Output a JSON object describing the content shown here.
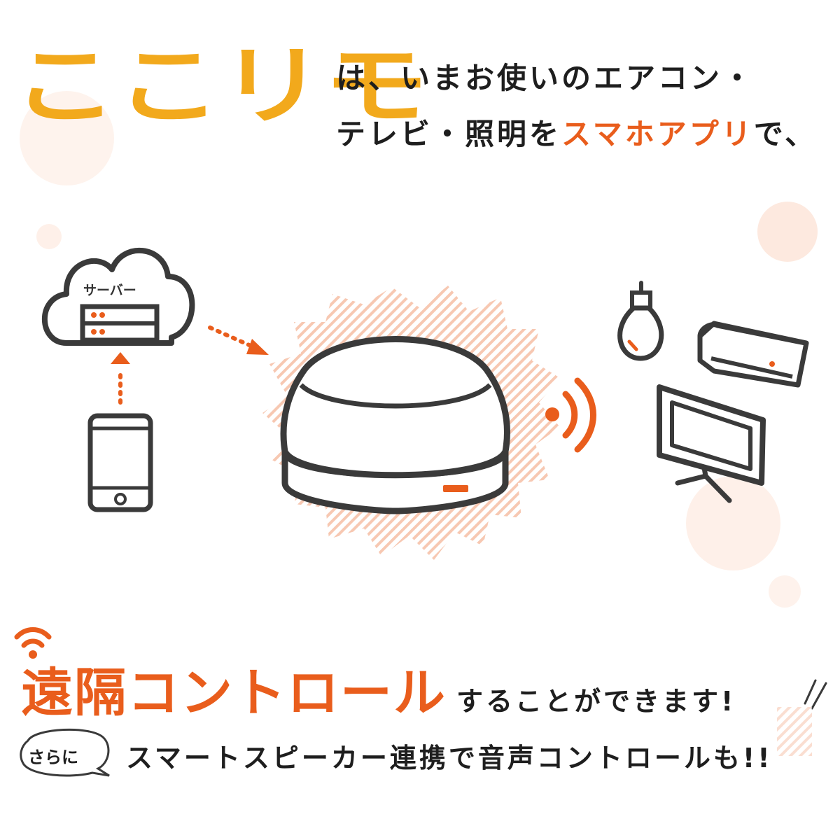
{
  "header": {
    "logo_text": "ここリモ",
    "line1": "は、いまお使いのエアコン・",
    "line2_prefix": "テレビ・照明を",
    "line2_accent": "スマホアプリ",
    "line2_suffix": "で、"
  },
  "diagram": {
    "server_label": "サーバー"
  },
  "footer": {
    "headline": "遠隔コントロール",
    "headline_tail": "することができます!",
    "badge_label": "さらに",
    "bottom_line": "スマートスピーカー連携で音声コントロールも!!"
  },
  "colors": {
    "logo": "#f2a91c",
    "accent": "#e95d1c",
    "text": "#1e1e1e",
    "soft_circle": "#fde9df"
  }
}
